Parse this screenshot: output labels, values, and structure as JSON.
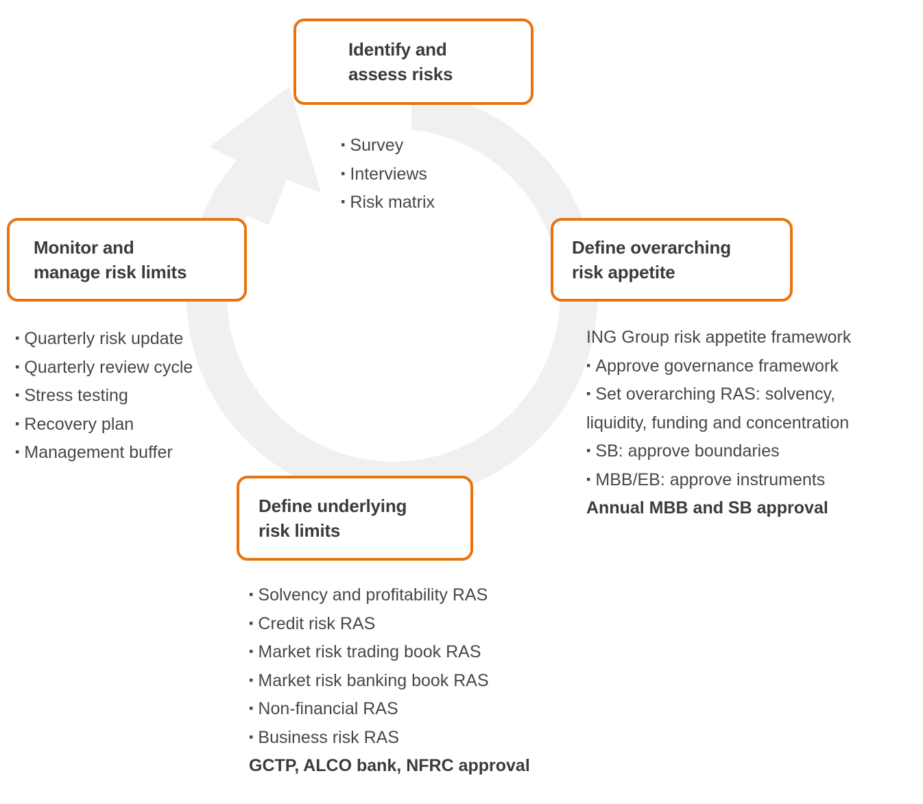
{
  "diagram": {
    "type": "cyclical-process",
    "accent_color": "#e8730c",
    "text_color": "#3b3b3d",
    "arrow_color": "#f0f0f0",
    "bullet_glyph": "▪",
    "arrow": {
      "name": "clockwise-cycle-arrow",
      "direction": "clockwise"
    },
    "stages": [
      {
        "id": "identify",
        "title": "Identify and\nassess risks",
        "body": [
          {
            "text": "Survey",
            "bullet": true,
            "bold": false
          },
          {
            "text": "Interviews",
            "bullet": true,
            "bold": false
          },
          {
            "text": "Risk matrix",
            "bullet": true,
            "bold": false
          }
        ]
      },
      {
        "id": "define-risk-appetite",
        "title": "Define overarching\nrisk appetite",
        "body": [
          {
            "text": "ING Group risk appetite framework",
            "bullet": false,
            "bold": false
          },
          {
            "text": "Approve governance framework",
            "bullet": true,
            "bold": false
          },
          {
            "text": "Set overarching RAS: solvency,",
            "bullet": true,
            "bold": false
          },
          {
            "text": "liquidity, funding and concentration",
            "bullet": false,
            "bold": false
          },
          {
            "text": "SB: approve boundaries",
            "bullet": true,
            "bold": false
          },
          {
            "text": "MBB/EB: approve instruments",
            "bullet": true,
            "bold": false
          },
          {
            "text": "Annual MBB and SB approval",
            "bullet": false,
            "bold": true
          }
        ]
      },
      {
        "id": "define-underlying-limits",
        "title": "Define underlying\nrisk limits",
        "body": [
          {
            "text": "Solvency and profitability RAS",
            "bullet": true,
            "bold": false
          },
          {
            "text": "Credit risk RAS",
            "bullet": true,
            "bold": false
          },
          {
            "text": "Market risk trading book RAS",
            "bullet": true,
            "bold": false
          },
          {
            "text": "Market risk banking book RAS",
            "bullet": true,
            "bold": false
          },
          {
            "text": "Non-financial RAS",
            "bullet": true,
            "bold": false
          },
          {
            "text": "Business risk RAS",
            "bullet": true,
            "bold": false
          },
          {
            "text": "GCTP, ALCO bank, NFRC approval",
            "bullet": false,
            "bold": true
          }
        ]
      },
      {
        "id": "monitor",
        "title": "Monitor and\nmanage risk limits",
        "body": [
          {
            "text": "Quarterly risk update",
            "bullet": true,
            "bold": false
          },
          {
            "text": "Quarterly review cycle",
            "bullet": true,
            "bold": false
          },
          {
            "text": "Stress testing",
            "bullet": true,
            "bold": false
          },
          {
            "text": "Recovery plan",
            "bullet": true,
            "bold": false
          },
          {
            "text": "Management buffer",
            "bullet": true,
            "bold": false
          }
        ]
      }
    ]
  }
}
